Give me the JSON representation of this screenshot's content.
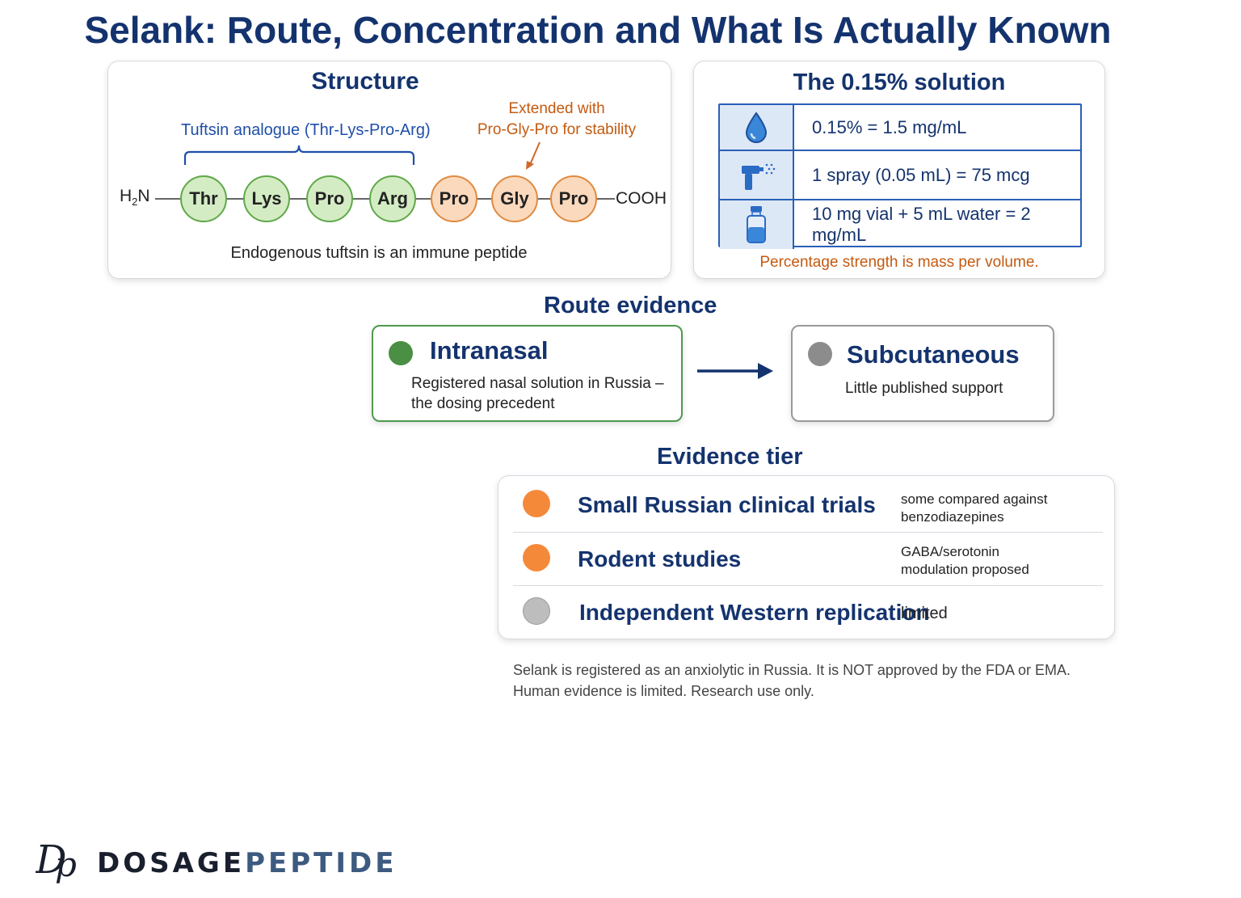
{
  "title": "Selank: Route, Concentration and What Is Actually Known",
  "structure": {
    "heading": "Structure",
    "tuftsin_label": "Tuftsin analogue (Thr-Lys-Pro-Arg)",
    "extension_label_line1": "Extended with",
    "extension_label_line2": "Pro-Gly-Pro for stability",
    "n_terminus": "H",
    "n_terminus_sub": "2",
    "n_terminus_tail": "N",
    "c_terminus": "COOH",
    "residues": [
      {
        "label": "Thr",
        "group": "tuftsin"
      },
      {
        "label": "Lys",
        "group": "tuftsin"
      },
      {
        "label": "Pro",
        "group": "tuftsin"
      },
      {
        "label": "Arg",
        "group": "tuftsin"
      },
      {
        "label": "Pro",
        "group": "extension"
      },
      {
        "label": "Gly",
        "group": "extension"
      },
      {
        "label": "Pro",
        "group": "extension"
      }
    ],
    "note": "Endogenous tuftsin is an immune peptide",
    "colors": {
      "tuftsin_fill": "#d4ecc4",
      "tuftsin_stroke": "#5fa84a",
      "extension_fill": "#fbd9bd",
      "extension_stroke": "#e08a40"
    }
  },
  "solution": {
    "heading": "The 0.15% solution",
    "rows": [
      {
        "icon": "droplet-icon",
        "text": "0.15% = 1.5 mg/mL"
      },
      {
        "icon": "nasal-spray-icon",
        "text": "1 spray (0.05 mL) = 75 mcg"
      },
      {
        "icon": "vial-icon",
        "text": "10 mg vial + 5 mL water = 2 mg/mL"
      }
    ],
    "note": "Percentage strength is mass per volume."
  },
  "route": {
    "heading": "Route evidence",
    "intranasal": {
      "title": "Intranasal",
      "desc_line1": "Registered nasal solution in Russia –",
      "desc_line2": "the dosing precedent",
      "color": "#4a8f43"
    },
    "subcutaneous": {
      "title": "Subcutaneous",
      "desc": "Little published support",
      "color": "#8c8c8c"
    }
  },
  "tiers": {
    "heading": "Evidence tier",
    "rows": [
      {
        "name": "Small Russian clinical trials",
        "note_line1": "some compared against",
        "note_line2": "benzodiazepines",
        "color": "#f5893a"
      },
      {
        "name": "Rodent studies",
        "note_line1": "GABA/serotonin",
        "note_line2": "modulation proposed",
        "color": "#f5893a"
      },
      {
        "name": "Independent Western replication",
        "note_line1": "limited",
        "note_line2": "",
        "color": "#b8b8b8"
      }
    ]
  },
  "disclaimer": {
    "line1": "Selank is registered as an anxiolytic in Russia. It is NOT approved by the FDA or EMA.",
    "line2": "Human evidence is limited. Research use only."
  },
  "logo": {
    "mark": "Dp",
    "text_a": "DOSAGE",
    "text_b": "PEPTIDE"
  }
}
